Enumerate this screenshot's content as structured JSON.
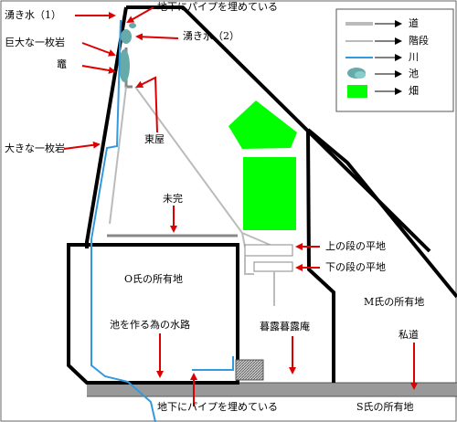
{
  "labels": {
    "wakimizu1": "湧き水（1）",
    "pipe_top": "地下にパイプを埋めている",
    "wakimizu2": "湧き水（2）",
    "kyodai_iwa": "巨大な一枚岩",
    "kamado": "竈",
    "ookina_iwa": "大きな一枚岩",
    "azumaya": "東屋",
    "mikan": "未完",
    "ue_heichi": "上の段の平地",
    "shita_heichi": "下の段の平地",
    "o_shoyuchi": "O氏の所有地",
    "m_shoyuchi": "M氏の所有地",
    "suiro": "池を作る為の水路",
    "boroan": "暮露暮露庵",
    "shido": "私道",
    "pipe_bottom": "地下にパイプを埋めている",
    "s_shoyuchi": "S氏の所有地"
  },
  "legend": {
    "items": [
      {
        "icon": "road-icon",
        "label": "道"
      },
      {
        "icon": "stairs-icon",
        "label": "階段"
      },
      {
        "icon": "river-icon",
        "label": "川"
      },
      {
        "icon": "pond-icon",
        "label": "池"
      },
      {
        "icon": "field-icon",
        "label": "畑"
      }
    ]
  },
  "colors": {
    "field": "#00ff00",
    "river": "#3399dd",
    "pond": "#66aaaa",
    "arrow": "#dd0000",
    "road": "#999999"
  }
}
